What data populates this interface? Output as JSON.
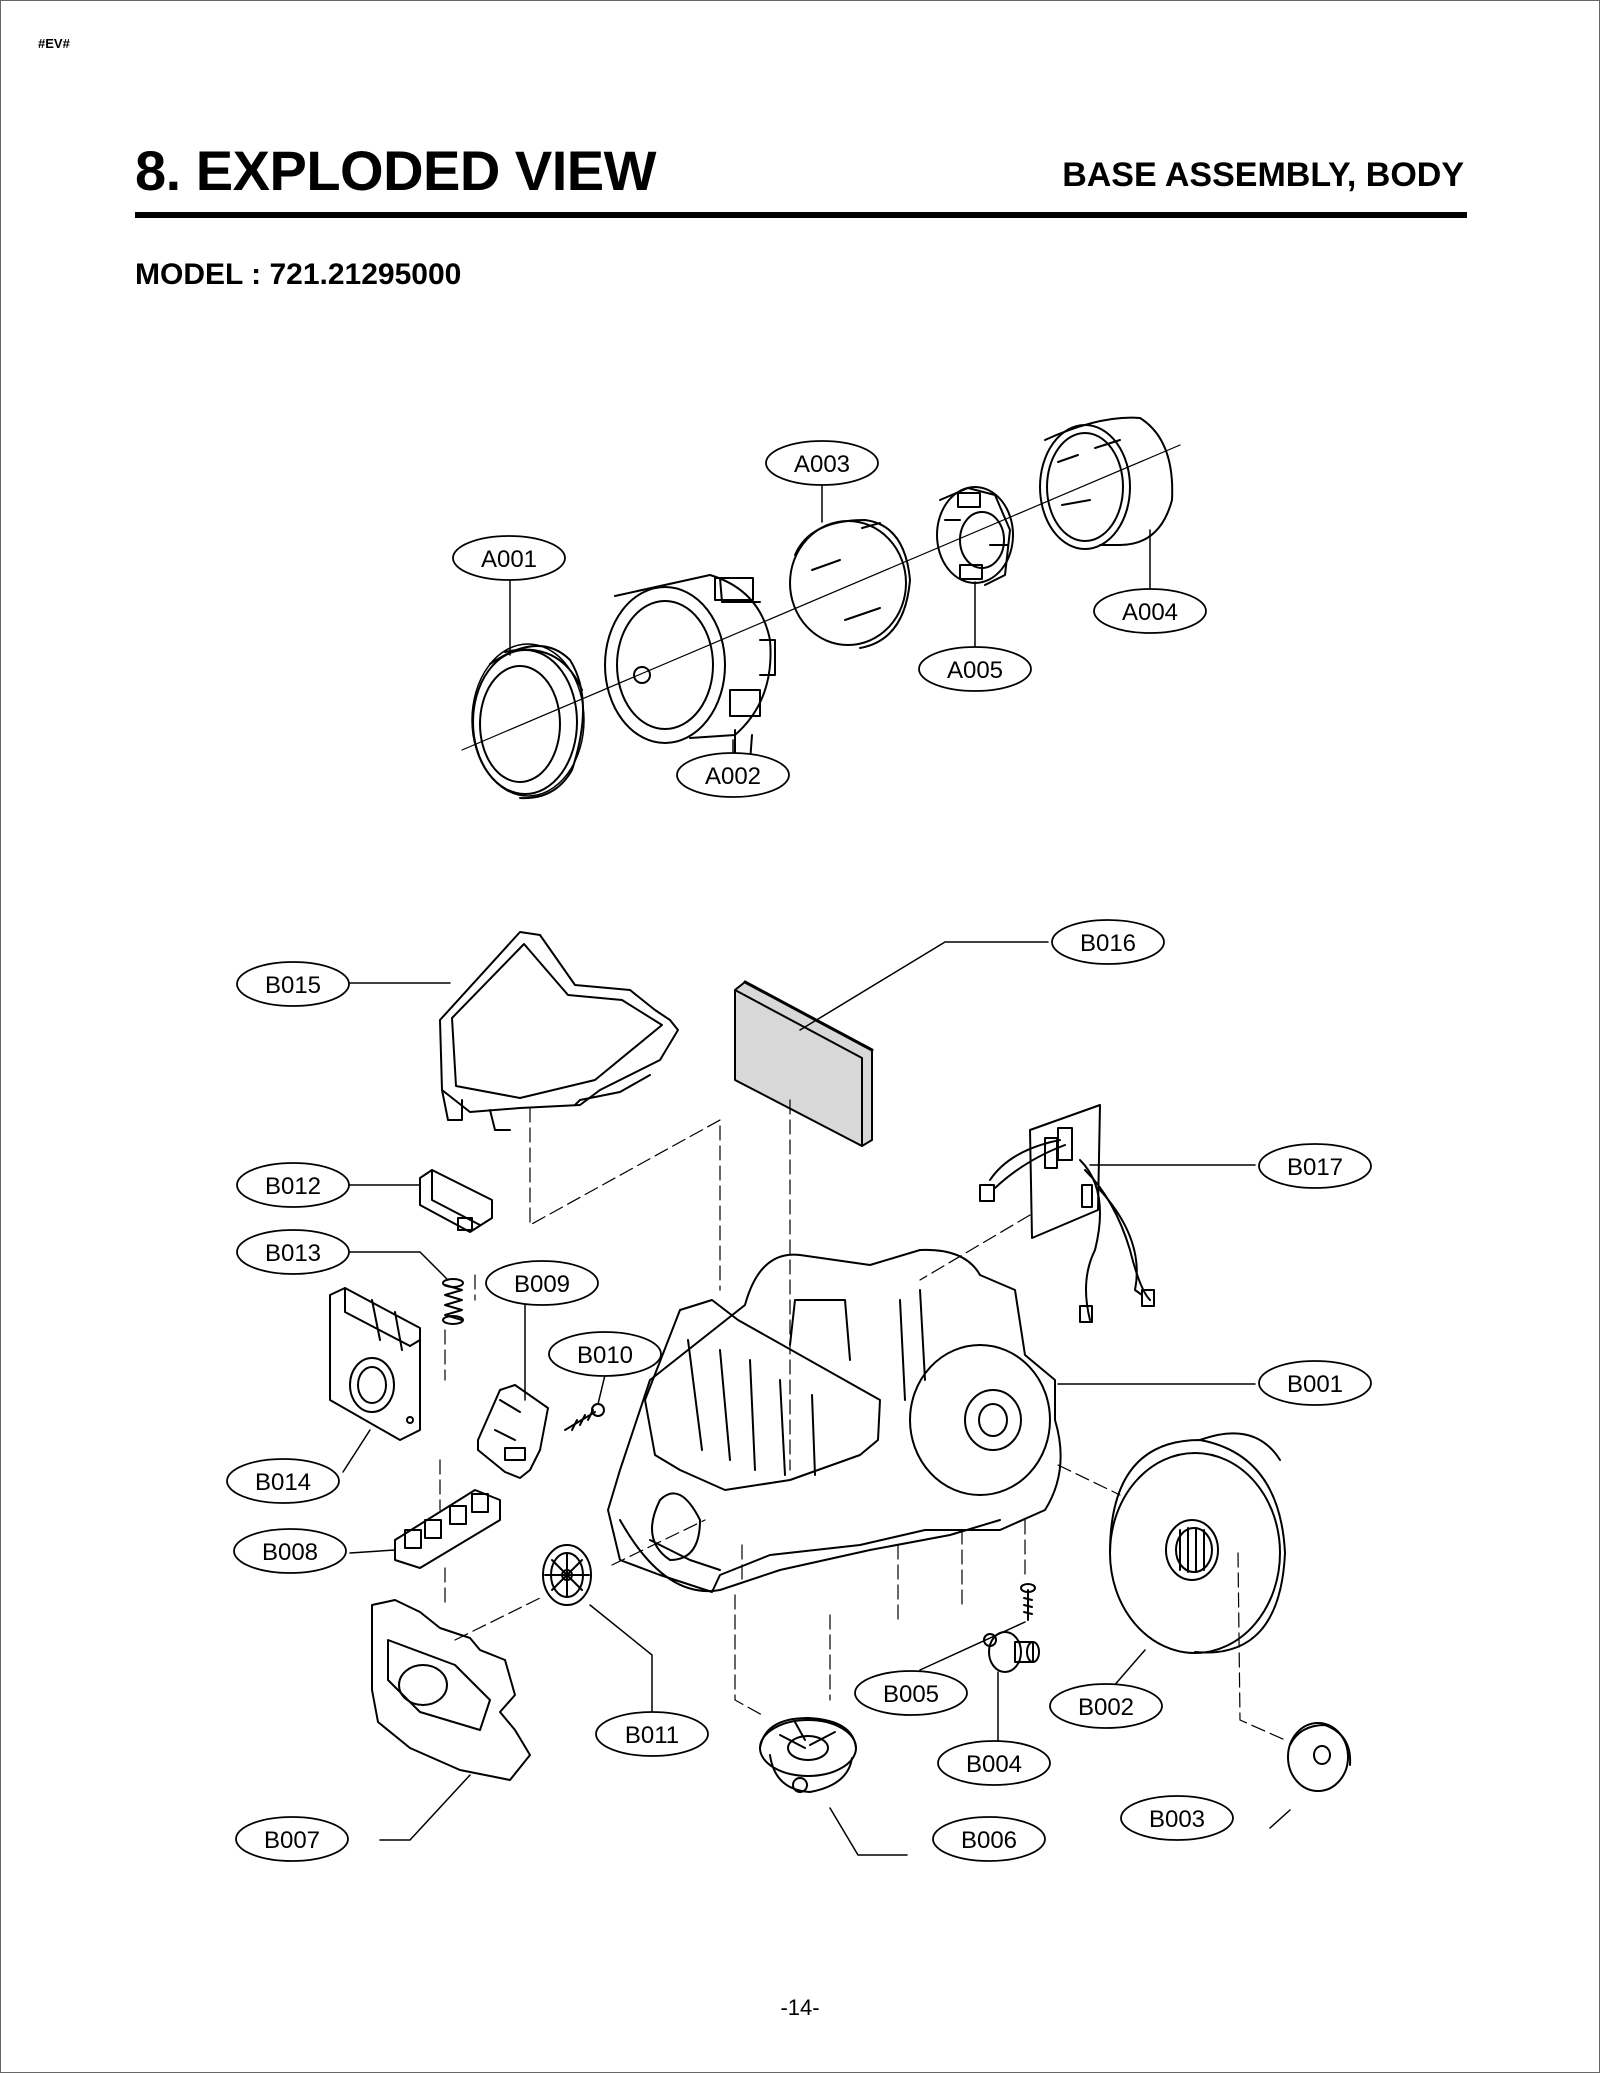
{
  "header": {
    "corner_tag": "#EV#",
    "title": "8. EXPLODED VIEW",
    "section": "BASE ASSEMBLY, BODY",
    "model": "MODEL : 721.21295000"
  },
  "callouts": {
    "A001": "A001",
    "A002": "A002",
    "A003": "A003",
    "A004": "A004",
    "A005": "A005",
    "B001": "B001",
    "B002": "B002",
    "B003": "B003",
    "B004": "B004",
    "B005": "B005",
    "B006": "B006",
    "B007": "B007",
    "B008": "B008",
    "B009": "B009",
    "B010": "B010",
    "B011": "B011",
    "B012": "B012",
    "B013": "B013",
    "B014": "B014",
    "B015": "B015",
    "B016": "B016",
    "B017": "B017"
  },
  "footer": {
    "page_number": "-14-"
  }
}
